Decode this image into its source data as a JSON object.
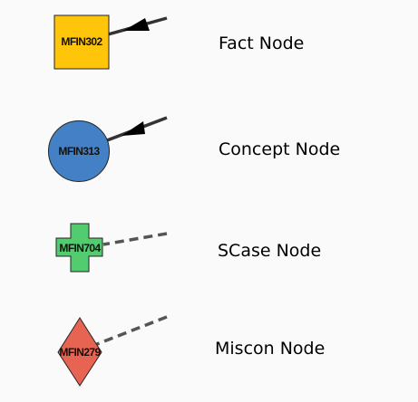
{
  "legend": {
    "items": [
      {
        "shape": "square",
        "node_id": "MFIN302",
        "label": "Fact Node",
        "fill": "#ffc50a",
        "edge_style": "solid-arrow",
        "edge_color": "#333333"
      },
      {
        "shape": "circle",
        "node_id": "MFIN313",
        "label": "Concept Node",
        "fill": "#4480c5",
        "edge_style": "solid-arrow",
        "edge_color": "#333333"
      },
      {
        "shape": "cross",
        "node_id": "MFIN704",
        "label": "SCase Node",
        "fill": "#52cc6e",
        "edge_style": "dashed",
        "edge_color": "#555555"
      },
      {
        "shape": "diamond",
        "node_id": "MFIN279",
        "label": "Miscon Node",
        "fill": "#e86452",
        "edge_style": "dashed",
        "edge_color": "#555555"
      }
    ]
  }
}
